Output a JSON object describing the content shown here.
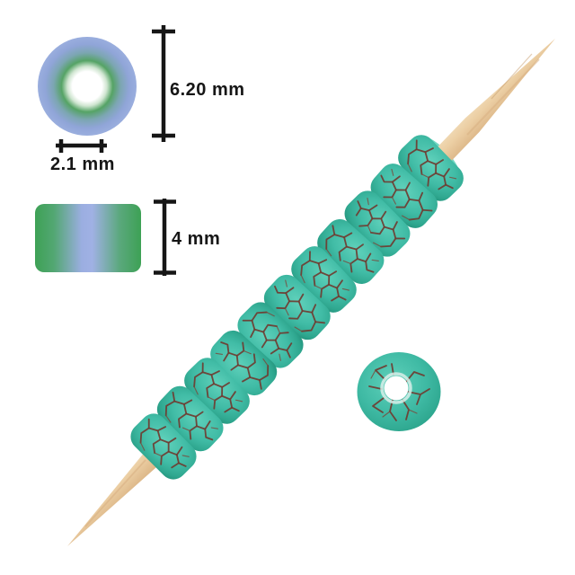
{
  "image": {
    "description": "Turquoise green crackle rondelle beads strung on a wooden toothpick with measurement diagrams",
    "background": "#ffffff"
  },
  "dimensions": {
    "outer_diameter": {
      "label": "6.20 mm"
    },
    "hole_diameter": {
      "label": "2.1 mm"
    },
    "bead_height": {
      "label": "4 mm"
    }
  },
  "diagrams": {
    "front_view": {
      "shape": "donut",
      "outer_color": "#95a8da",
      "inner_ring_color": "#4d9f60",
      "hole_color": "#ffffff"
    },
    "side_view": {
      "shape": "rounded-rectangle",
      "edge_color": "#3da25a",
      "center_color": "#95a8dd"
    }
  },
  "photo": {
    "beads_on_stick_count": 11,
    "loose_bead_count": 1,
    "bead_color": "#3fbaa4",
    "bead_color_light": "#60d1bb",
    "bead_color_dark": "#24947d",
    "crackle_color": "#6f3c31",
    "toothpick_color": "#eccfa4",
    "toothpick_color_dark": "#d4a977",
    "bead_hole_color": "#ffffff"
  }
}
